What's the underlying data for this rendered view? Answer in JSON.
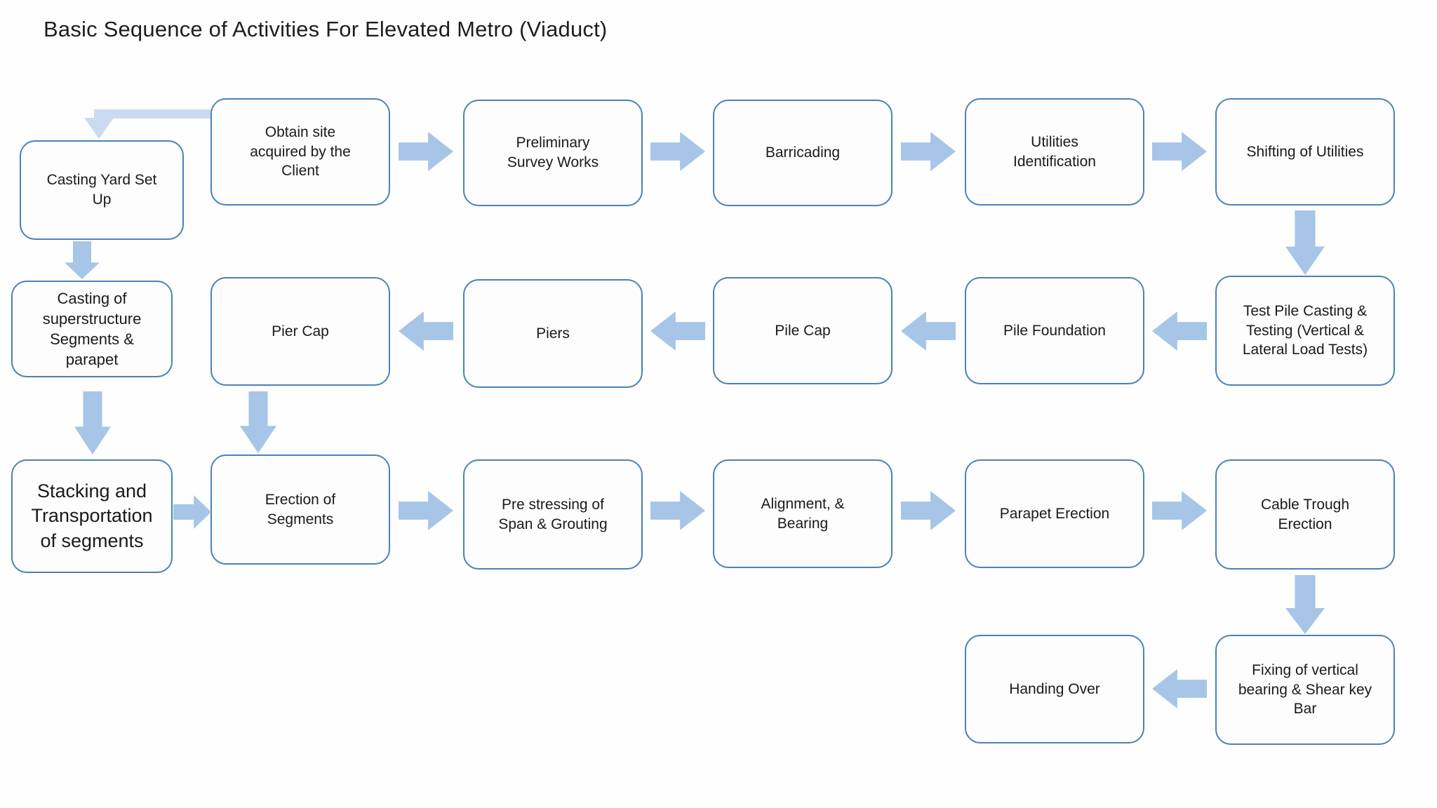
{
  "title": "Basic Sequence of Activities For Elevated Metro (Viaduct)",
  "colors": {
    "background": "#FEFEFE",
    "box_fill": "#FCFDFC",
    "box_border": "#4A82B8",
    "block_arrow_fill": "#A6C5E7",
    "elbow_connector_fill": "#C9DBEF",
    "text": "#1A1A1A"
  },
  "nodes": {
    "casting_yard": "Casting Yard Set Up",
    "obtain_site": "Obtain site acquired by the Client",
    "preliminary_survey": "Preliminary Survey Works",
    "barricading": "Barricading",
    "utilities_identification": "Utilities Identification",
    "shifting_utilities": "Shifting of Utilities",
    "test_pile": "Test Pile Casting & Testing (Vertical & Lateral Load Tests)",
    "pile_foundation": "Pile Foundation",
    "pile_cap": "Pile Cap",
    "piers": "Piers",
    "pier_cap": "Pier Cap",
    "casting_superstructure": "Casting of superstructure Segments & parapet",
    "stacking_transportation": "Stacking and Transportation of segments",
    "erection_segments": "Erection of Segments",
    "pre_stressing": "Pre stressing of Span & Grouting",
    "alignment_bearing": "Alignment, & Bearing",
    "parapet_erection": "Parapet Erection",
    "cable_trough": "Cable Trough Erection",
    "fixing_vertical_bearing": "Fixing of vertical bearing & Shear key Bar",
    "handing_over": "Handing Over"
  },
  "flow": [
    {
      "from": "obtain_site",
      "to": "casting_yard",
      "direction": "elbow-left-down"
    },
    {
      "from": "obtain_site",
      "to": "preliminary_survey",
      "direction": "right"
    },
    {
      "from": "preliminary_survey",
      "to": "barricading",
      "direction": "right"
    },
    {
      "from": "barricading",
      "to": "utilities_identification",
      "direction": "right"
    },
    {
      "from": "utilities_identification",
      "to": "shifting_utilities",
      "direction": "right"
    },
    {
      "from": "shifting_utilities",
      "to": "test_pile",
      "direction": "down"
    },
    {
      "from": "test_pile",
      "to": "pile_foundation",
      "direction": "left"
    },
    {
      "from": "pile_foundation",
      "to": "pile_cap",
      "direction": "left"
    },
    {
      "from": "pile_cap",
      "to": "piers",
      "direction": "left"
    },
    {
      "from": "piers",
      "to": "pier_cap",
      "direction": "left"
    },
    {
      "from": "casting_yard",
      "to": "casting_superstructure",
      "direction": "down"
    },
    {
      "from": "casting_superstructure",
      "to": "stacking_transportation",
      "direction": "down"
    },
    {
      "from": "pier_cap",
      "to": "erection_segments",
      "direction": "down"
    },
    {
      "from": "stacking_transportation",
      "to": "erection_segments",
      "direction": "right"
    },
    {
      "from": "erection_segments",
      "to": "pre_stressing",
      "direction": "right"
    },
    {
      "from": "pre_stressing",
      "to": "alignment_bearing",
      "direction": "right"
    },
    {
      "from": "alignment_bearing",
      "to": "parapet_erection",
      "direction": "right"
    },
    {
      "from": "parapet_erection",
      "to": "cable_trough",
      "direction": "right"
    },
    {
      "from": "cable_trough",
      "to": "fixing_vertical_bearing",
      "direction": "down"
    },
    {
      "from": "fixing_vertical_bearing",
      "to": "handing_over",
      "direction": "left"
    }
  ]
}
